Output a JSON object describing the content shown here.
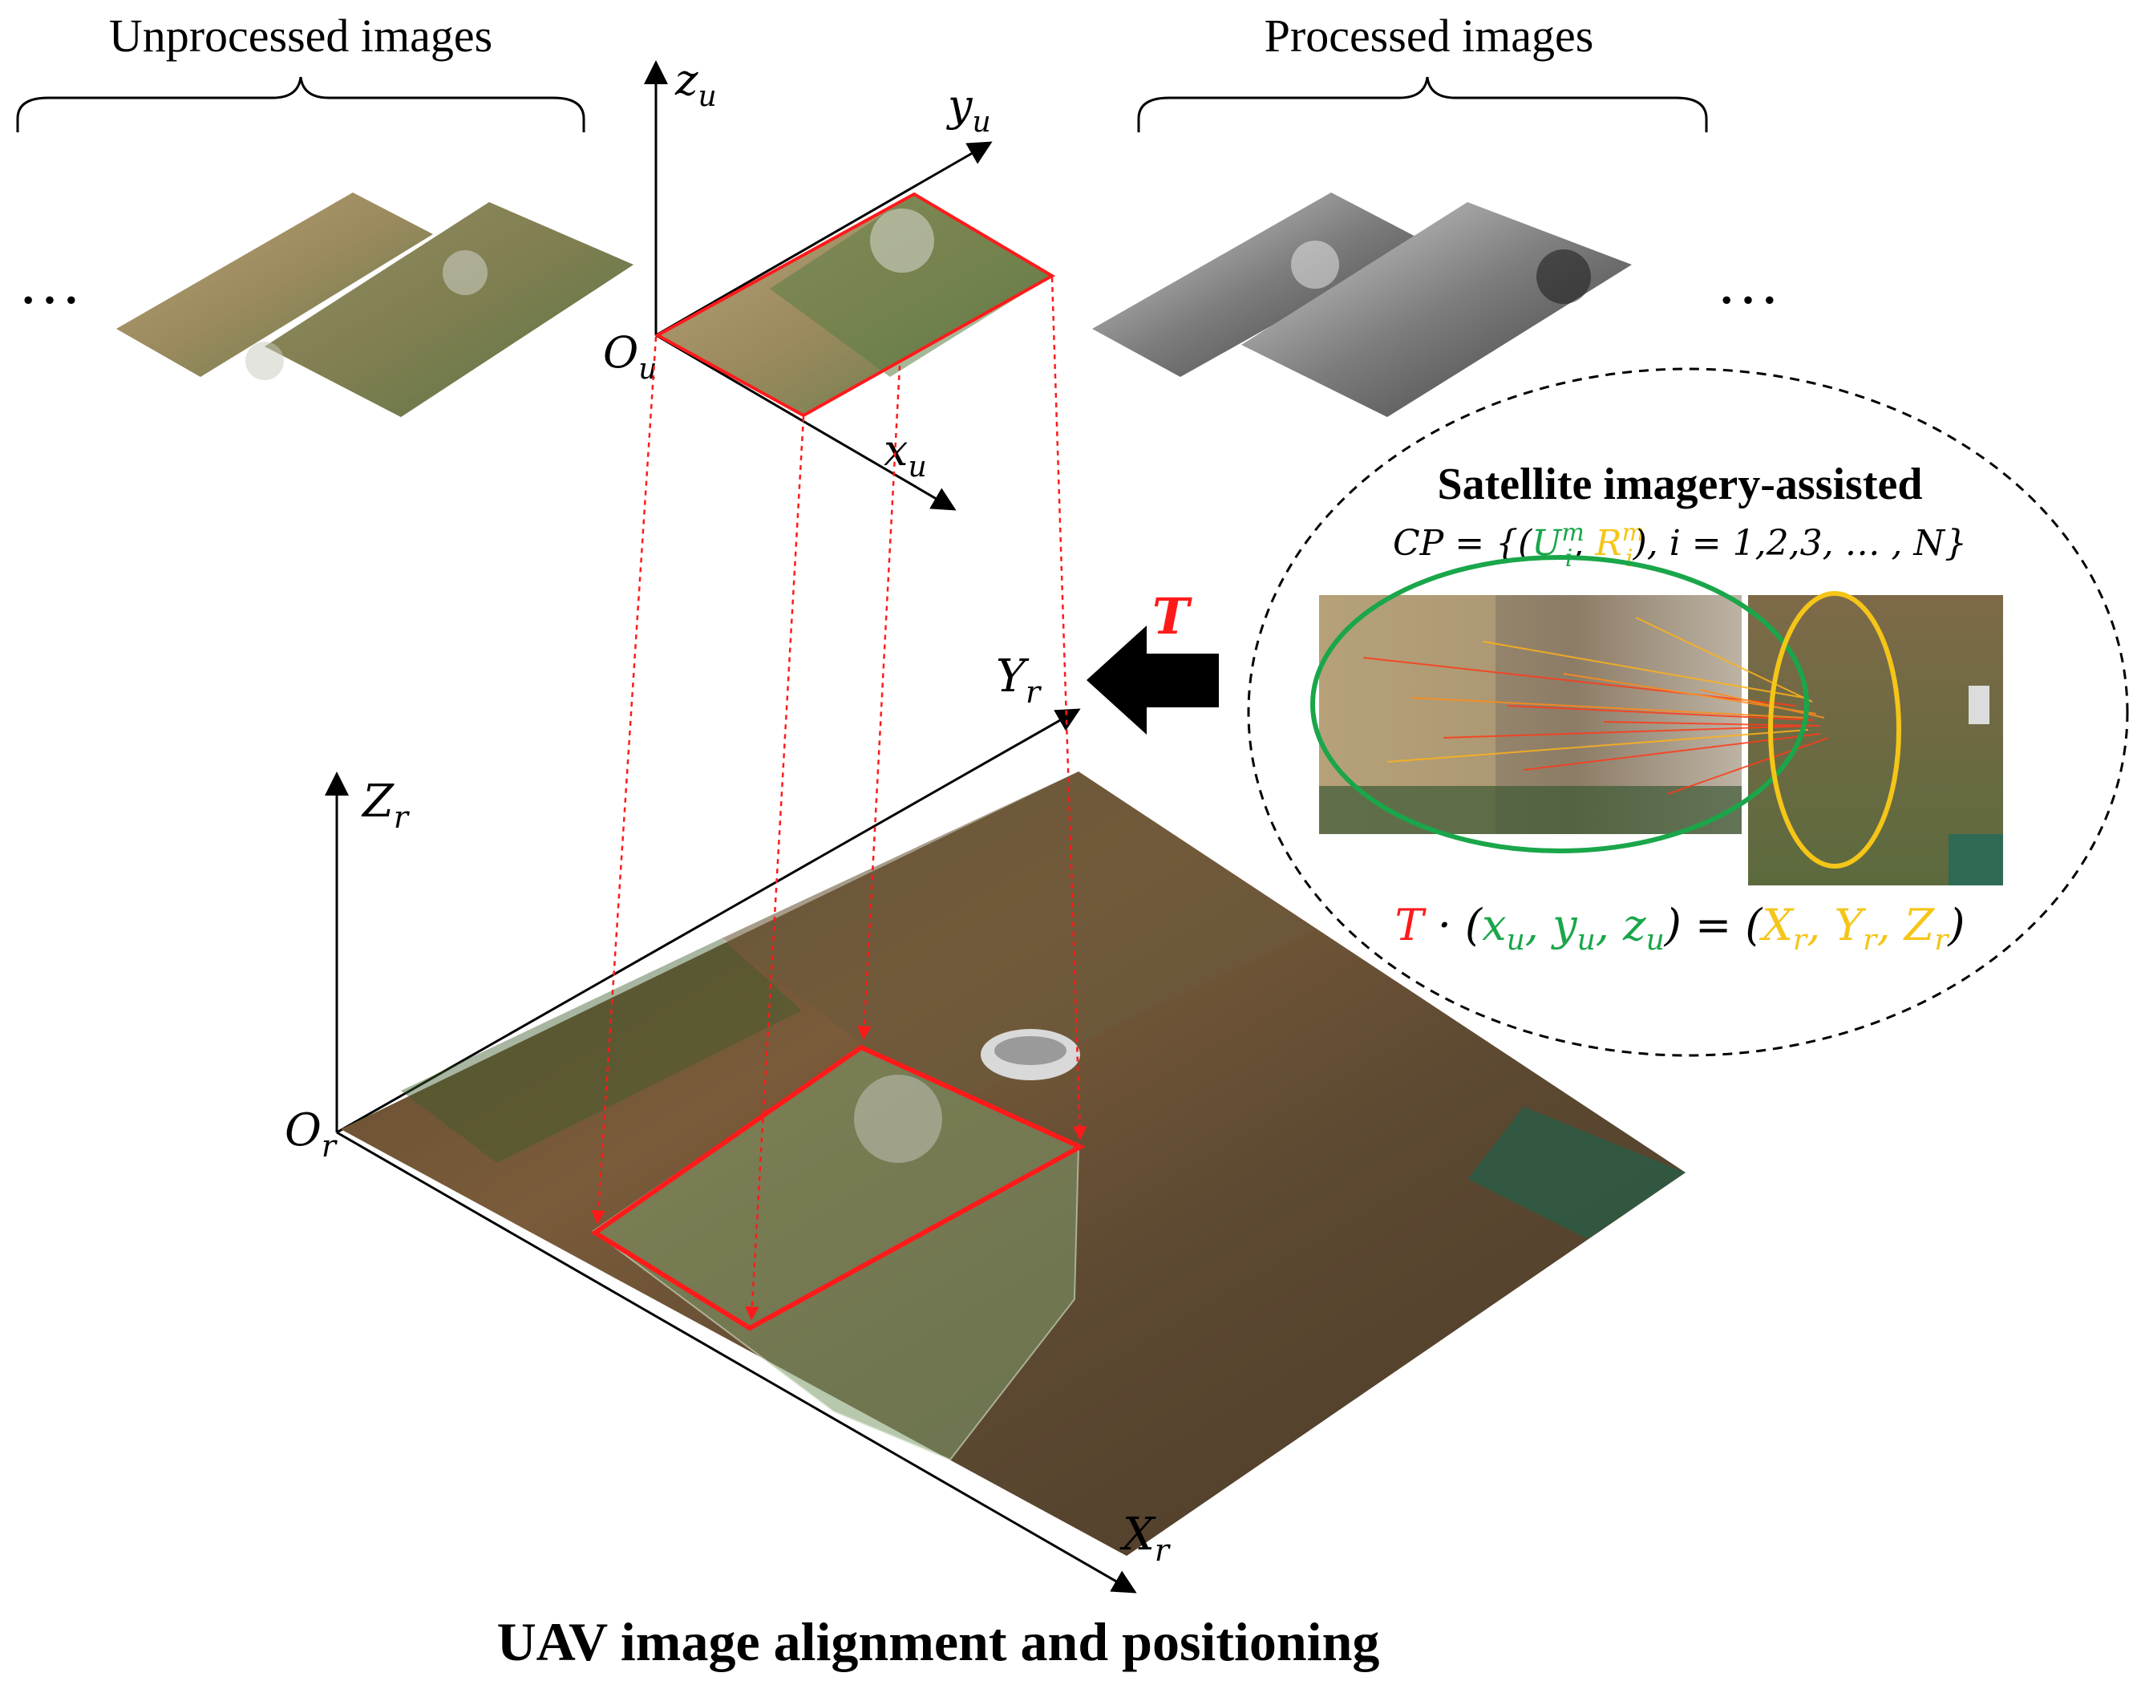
{
  "labels": {
    "unprocessed": "Unprocessed images",
    "processed": "Processed images",
    "ellipsis_left": "…",
    "ellipsis_right": "…",
    "satellite_title": "Satellite imagery-assisted",
    "bottom_title": "UAV image alignment and positioning",
    "transform_symbol": "T"
  },
  "axes": {
    "uav": {
      "z": "z",
      "y": "y",
      "x": "x",
      "origin": "O",
      "sub": "u"
    },
    "ref": {
      "z": "Z",
      "y": "Y",
      "x": "X",
      "origin": "O",
      "sub": "r"
    }
  },
  "formulas": {
    "cp_prefix": "CP = {(",
    "cp_u": "U",
    "cp_r": "R",
    "cp_sup": "m",
    "cp_sub": "i",
    "cp_comma": ", ",
    "cp_suffix": "), i = 1,2,3, … , N}",
    "eq_t": "T",
    "eq_dot": " · (",
    "eq_green": "x",
    "eq_gu1": "u",
    "eq_gsep1": ", y",
    "eq_gu2": "u",
    "eq_gsep2": ", z",
    "eq_gu3": "u",
    "eq_mid": ") = (",
    "eq_y1": "X",
    "eq_yr1": "r",
    "eq_ysep1": ", Y",
    "eq_yr2": "r",
    "eq_ysep2": ", Z",
    "eq_yr3": "r",
    "eq_end": ")"
  },
  "colors": {
    "red": "#ff1a1a",
    "green": "#1aa64a",
    "yellow": "#f5c518",
    "black": "#000000"
  }
}
